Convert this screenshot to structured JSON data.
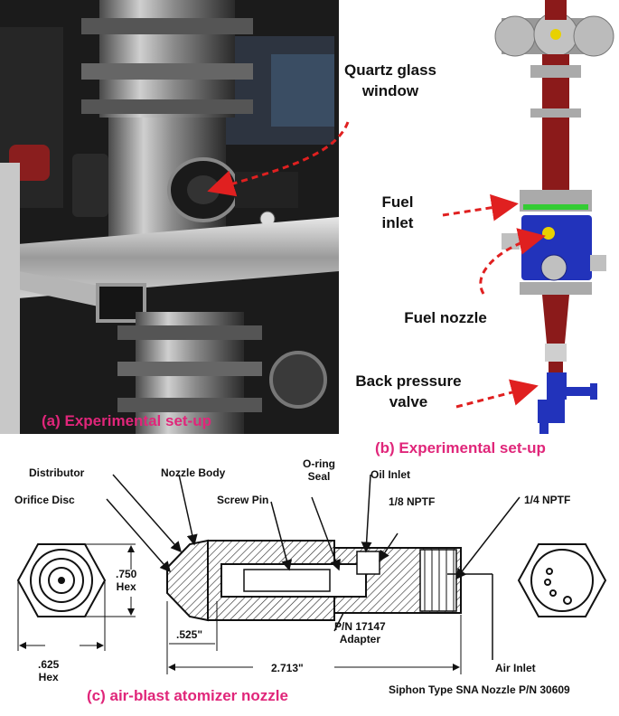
{
  "panel_a": {
    "caption": "(a) Experimental set-up",
    "label_window_line1": "Quartz glass",
    "label_window_line2": "window"
  },
  "panel_b": {
    "caption": "(b) Experimental set-up",
    "label_inlet_line1": "Fuel",
    "label_inlet_line2": "inlet",
    "label_nozzle": "Fuel nozzle",
    "label_valve_line1": "Back pressure",
    "label_valve_line2": "valve"
  },
  "panel_c": {
    "caption": "(c) air-blast atomizer nozzle",
    "labels": {
      "distributor": "Distributor",
      "nozzle_body": "Nozzle Body",
      "oring_line1": "O-ring",
      "oring_line2": "Seal",
      "oil_inlet": "Oil Inlet",
      "orifice_disc": "Orifice Disc",
      "screw_pin": "Screw Pin",
      "nptf_18": "1/8 NPTF",
      "nptf_14": "1/4 NPTF",
      "hex_750_value": ".750",
      "hex_750_unit": "Hex",
      "hex_625_value": ".625",
      "hex_625_unit": "Hex",
      "dim_525": ".525\"",
      "dim_2713": "2.713\"",
      "part_number_line1": "P/N 17147",
      "part_number_line2": "Adapter",
      "air_inlet": "Air Inlet",
      "siphon": "Siphon Type SNA Nozzle P/N 30609"
    }
  },
  "colors": {
    "caption": "#e0267a",
    "arrow": "#e02020",
    "chamber_red": "#8b1a1a",
    "nozzle_blue": "#2233bb"
  }
}
